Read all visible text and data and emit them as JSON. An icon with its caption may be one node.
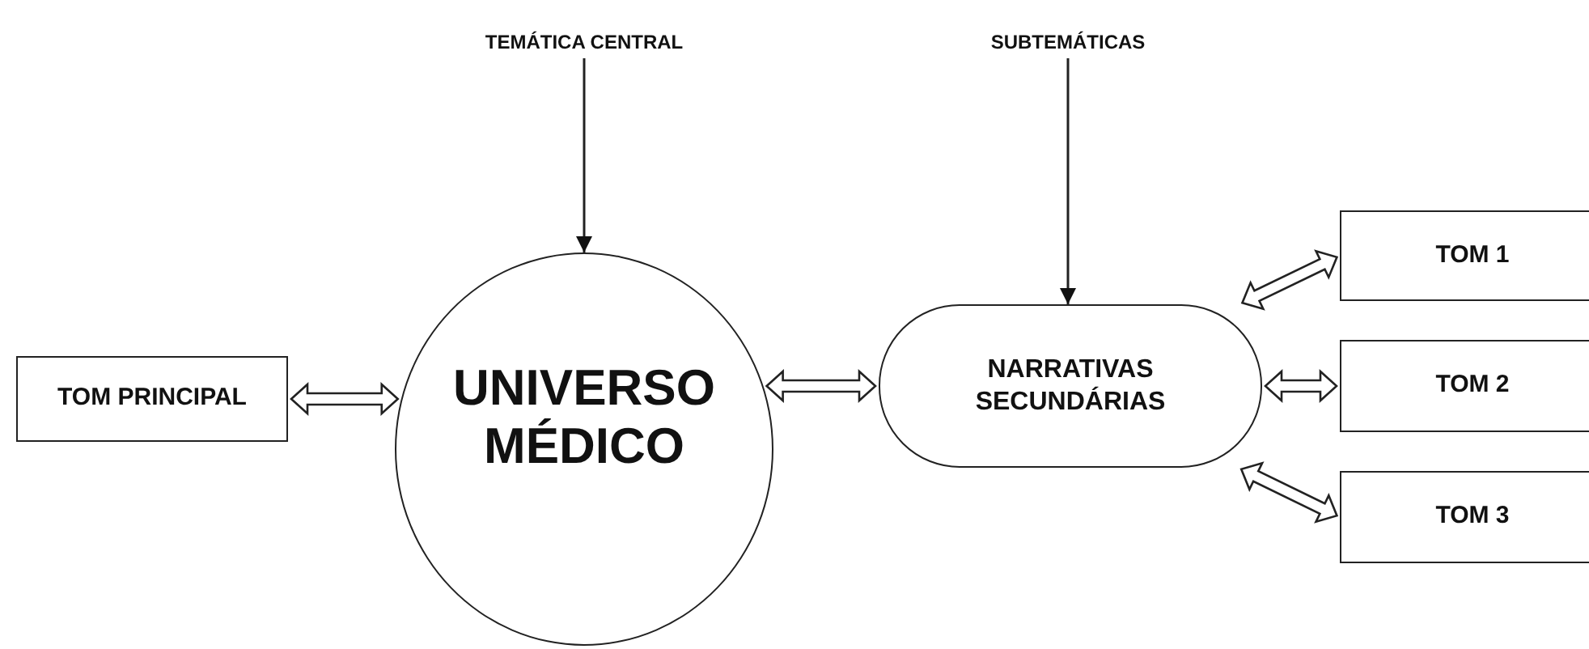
{
  "diagram": {
    "nodes": [
      {
        "text": [
          "TEMÁTICA CENTRAL"
        ]
      },
      {
        "text": [
          "SUBTEMÁTICAS"
        ]
      },
      {
        "text": [
          "TOM PRINCIPAL"
        ]
      },
      {
        "text": [
          "UNIVERSO MÉDICO"
        ]
      },
      {
        "text": [
          "NARRATIVAS SECUNDÁRIAS"
        ]
      },
      {
        "text": [
          "TOM 1"
        ]
      },
      {
        "text": [
          "TOM 2"
        ]
      },
      {
        "text": [
          "TOM 3"
        ]
      }
    ],
    "edges": [
      {
        "from": 0,
        "to": 3,
        "arrow": "to"
      },
      {
        "from": 1,
        "to": 4,
        "arrow": "to"
      },
      {
        "from": 2,
        "to": 3,
        "arrow": "both"
      },
      {
        "from": 3,
        "to": 4,
        "arrow": "both"
      },
      {
        "from": 4,
        "to": 5,
        "arrow": "both"
      },
      {
        "from": 4,
        "to": 6,
        "arrow": "both"
      },
      {
        "from": 4,
        "to": 7,
        "arrow": "both"
      }
    ]
  }
}
